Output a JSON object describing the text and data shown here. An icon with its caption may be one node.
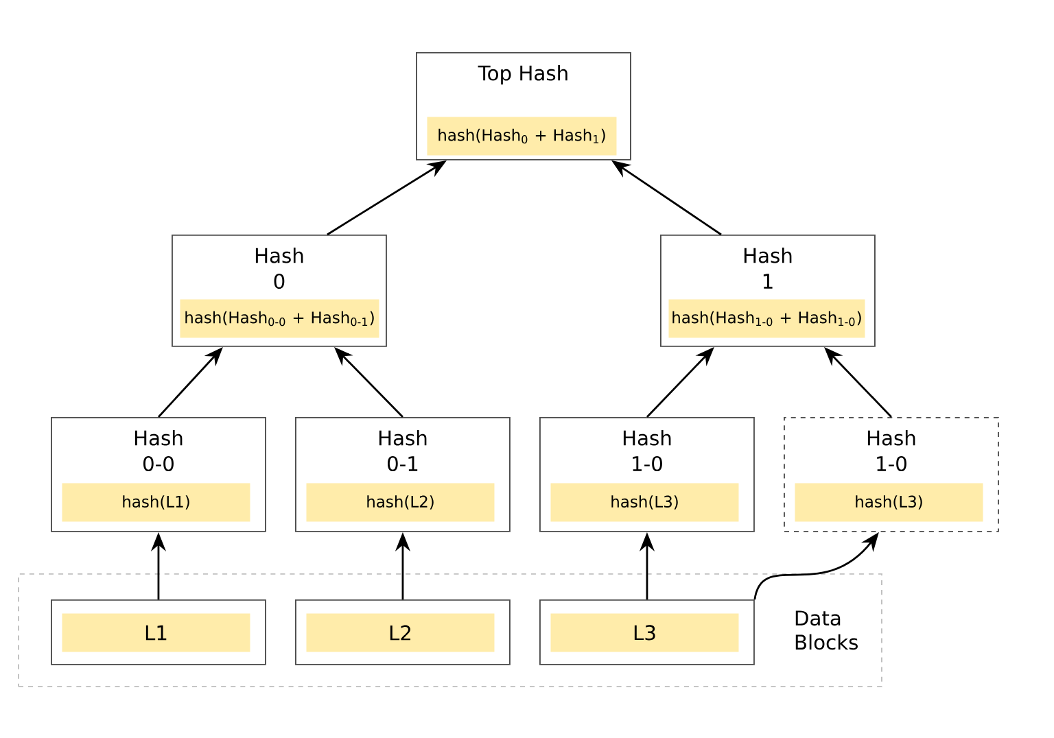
{
  "diagram": {
    "nodes": [
      {
        "text": [
          "Top Hash"
        ]
      },
      {
        "text": [
          "hash(Hash$_{0}$ + Hash$_{1}$)"
        ],
        "in": 0
      },
      {
        "text": [
          "Hash 0"
        ]
      },
      {
        "text": [
          "hash(Hash$_{0-0}$ + Hash$_{0-1}$)"
        ],
        "in": 2
      },
      {
        "text": [
          "Hash 1"
        ]
      },
      {
        "text": [
          "hash(Hash$_{1-0}$ + Hash$_{1-0}$)"
        ],
        "in": 4
      },
      {
        "text": [
          "Hash 0-0"
        ]
      },
      {
        "text": [
          "hash(L1)"
        ],
        "in": 6
      },
      {
        "text": [
          "Hash 0-1"
        ]
      },
      {
        "text": [
          "hash(L2)"
        ],
        "in": 8
      },
      {
        "text": [
          "Hash 1-0"
        ]
      },
      {
        "text": [
          "hash(L3)"
        ],
        "in": 10
      },
      {
        "text": [
          "Hash 1-0"
        ]
      },
      {
        "text": [
          "hash(L3)"
        ],
        "in": 12
      },
      {
        "text": [
          "Data Blocks"
        ]
      },
      {
        "text": [],
        "shape": "box",
        "in": 14
      },
      {
        "text": [
          "L1"
        ],
        "in": 15
      },
      {
        "text": [],
        "shape": "box",
        "in": 14
      },
      {
        "text": [
          "L2"
        ],
        "in": 17
      },
      {
        "text": [],
        "shape": "box",
        "in": 14
      },
      {
        "text": [
          "L3"
        ],
        "in": 19
      }
    ],
    "edges": [
      {
        "from": 2,
        "to": 0,
        "arrow": "to"
      },
      {
        "from": 4,
        "to": 0,
        "arrow": "to"
      },
      {
        "from": 6,
        "to": 2,
        "arrow": "to"
      },
      {
        "from": 8,
        "to": 2,
        "arrow": "to"
      },
      {
        "from": 10,
        "to": 4,
        "arrow": "to"
      },
      {
        "from": 12,
        "to": 4,
        "arrow": "to"
      },
      {
        "from": 15,
        "to": 6,
        "arrow": "to"
      },
      {
        "from": 17,
        "to": 8,
        "arrow": "to"
      },
      {
        "from": 19,
        "to": 10,
        "arrow": "to"
      },
      {
        "from": 19,
        "to": 12,
        "arrow": "to"
      }
    ]
  }
}
